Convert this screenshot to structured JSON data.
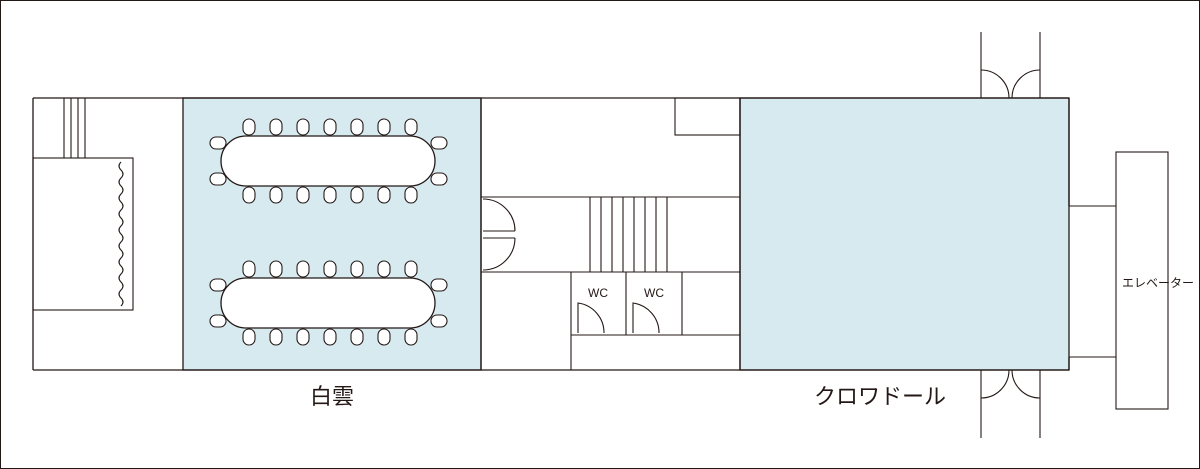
{
  "labels": {
    "room_hakuun": "白雲",
    "room_crowdor": "クロワドール",
    "wc_1": "WC",
    "wc_2": "WC",
    "elevator": "エレベーター"
  },
  "colors": {
    "room_fill": "#d7eaf0",
    "line": "#231815"
  }
}
